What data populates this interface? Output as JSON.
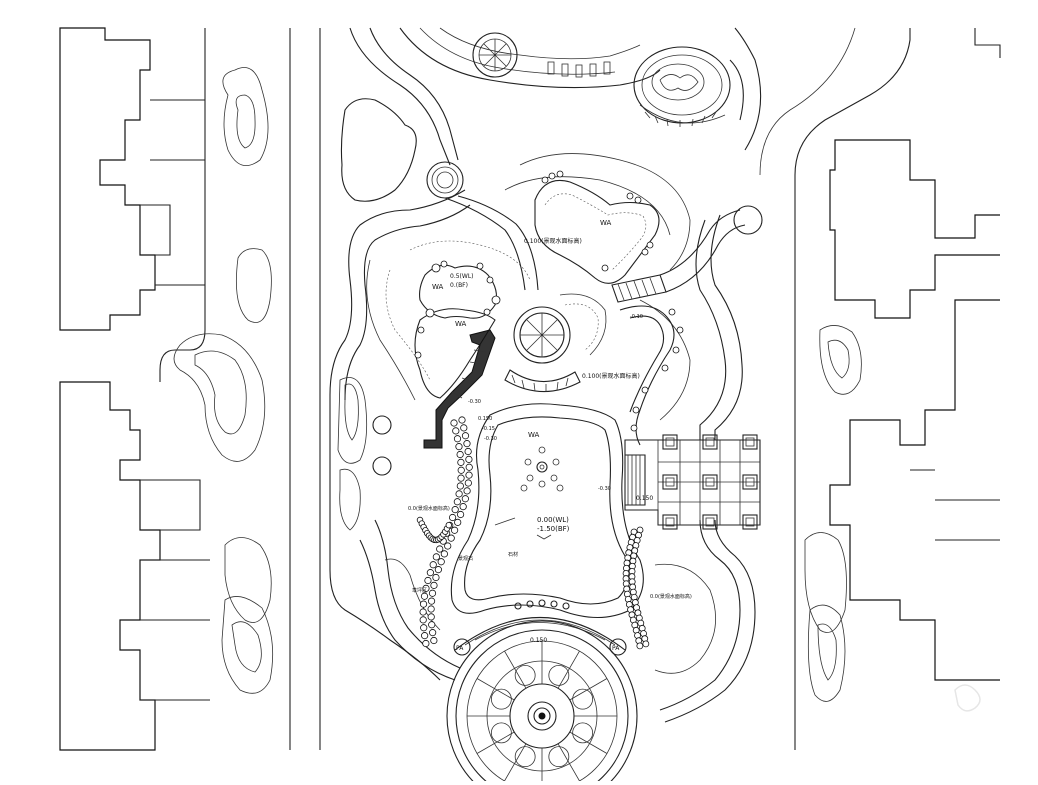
{
  "labels": {
    "pond_north": "WA",
    "pond_west_a": "WA",
    "pond_west_b": "WA",
    "pond_main": "WA",
    "level_west": "0.5(WL)",
    "level_west_sub": "0.(BF)",
    "level_north": "0.100(景观水面标高)",
    "level_plaza": "0.100(景观水面标高)",
    "level_main_wl": "0.00(WL)",
    "level_main_bf": "-1.50(BF)",
    "level_east_pad": "0.150",
    "spot_a": "0.150",
    "spot_b": "-0.15",
    "spot_c": "-0.30",
    "spot_d": "-0.10",
    "spot_e": "-0.30",
    "spot_f": "-0.30",
    "note_left": "0.0(景观水面标高)",
    "note_right": "0.0(景观水面标高)",
    "note_left_low": "草坪区",
    "note_center_a": "景观石",
    "note_center_b": "石材",
    "pa_left": "PA",
    "pa_right": "PA",
    "level_south": "0.150"
  },
  "colors": {
    "line": "#222222",
    "fill": "#111111",
    "background": "#ffffff"
  }
}
